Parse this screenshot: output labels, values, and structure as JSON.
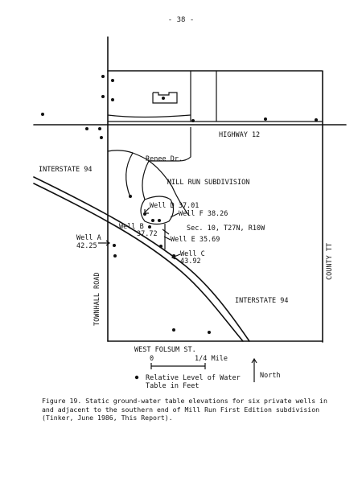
{
  "page_number": "- 38 -",
  "labels": {
    "highway": "HIGHWAY 12",
    "renee": "Renee Dr.",
    "interstate_upper": "INTERSTATE 94",
    "interstate_lower": "INTERSTATE 94",
    "subdivision": "MILL RUN SUBDIVISION",
    "section": "Sec. 10, T27N, R10W",
    "townhall": "TOWNHALL  ROAD",
    "county": "COUNTY  TT",
    "west_folsum": "WEST  FOLSUM  ST."
  },
  "wells": [
    {
      "id": "well-a",
      "label": "Well A",
      "value": "42.25"
    },
    {
      "id": "well-b",
      "label": "Well B",
      "value": "37.72"
    },
    {
      "id": "well-c",
      "label": "Well C",
      "value": "43.92"
    },
    {
      "id": "well-d",
      "label": "Well D 37.01"
    },
    {
      "id": "well-e",
      "label": "Well E 35.69"
    },
    {
      "id": "well-f",
      "label": "Well F 38.26"
    }
  ],
  "scale": {
    "zero": "0",
    "quarter": "1/4 Mile"
  },
  "north": "North",
  "legend": {
    "line1": "Relative Level of Water",
    "line2": "Table in Feet"
  },
  "caption": "Figure 19. Static ground-water table elevations for six private wells in\nand adjacent  to the southern end of Mill Run First Edition subdivision\n(Tinker, June 1986, This Report)."
}
